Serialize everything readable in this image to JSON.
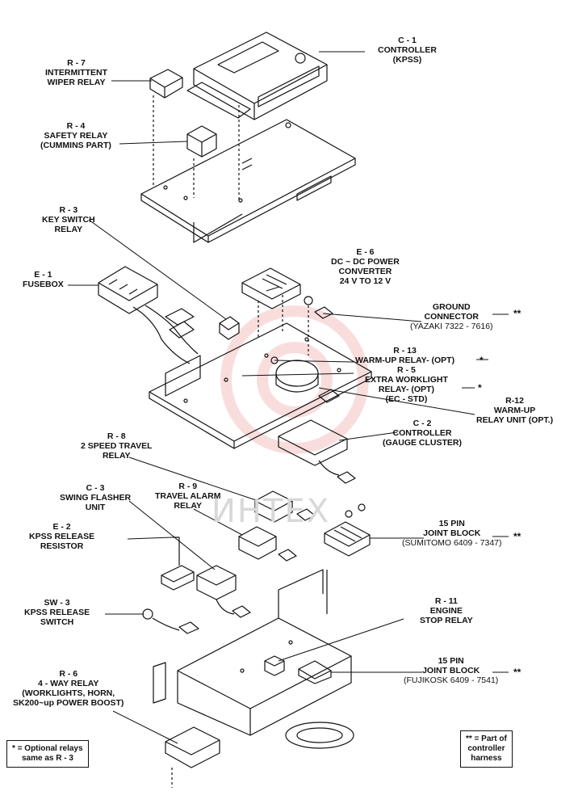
{
  "labels": {
    "c1": [
      "C - 1",
      "CONTROLLER",
      "(KPSS)"
    ],
    "r7": [
      "R - 7",
      "INTERMITTENT",
      "WIPER RELAY"
    ],
    "r4": [
      "R - 4",
      "SAFETY RELAY",
      "(CUMMINS PART)"
    ],
    "r3": [
      "R - 3",
      "KEY SWITCH",
      "RELAY"
    ],
    "e1": [
      "E - 1",
      "FUSEBOX"
    ],
    "e6": [
      "E - 6",
      "DC ~ DC POWER",
      "CONVERTER",
      "24 V  TO  12 V"
    ],
    "ground": [
      "GROUND",
      "CONNECTOR",
      "(YAZAKI 7322 - 7616)"
    ],
    "r13": [
      "R - 13",
      "WARM-UP RELAY- (OPT)"
    ],
    "r5": [
      "R - 5",
      "EXTRA WORKLIGHT",
      "RELAY- (OPT)",
      "(EC - STD)"
    ],
    "r12": [
      "R-12",
      "WARM-UP",
      "RELAY UNIT (OPT.)"
    ],
    "c2": [
      "C - 2",
      "CONTROLLER",
      "(GAUGE CLUSTER)"
    ],
    "r8": [
      "R - 8",
      "2 SPEED TRAVEL",
      "RELAY"
    ],
    "c3": [
      "C - 3",
      "SWING FLASHER",
      "UNIT"
    ],
    "r9": [
      "R - 9",
      "TRAVEL ALARM",
      "RELAY"
    ],
    "jb1": [
      "15 PIN",
      "JOINT BLOCK",
      "(SUMITOMO 6409 - 7347)"
    ],
    "e2": [
      "E - 2",
      "KPSS RELEASE",
      "RESISTOR"
    ],
    "sw3": [
      "SW - 3",
      "KPSS RELEASE",
      "SWITCH"
    ],
    "r11": [
      "R - 11",
      "ENGINE",
      "STOP RELAY"
    ],
    "jb2": [
      "15 PIN",
      "JOINT BLOCK",
      "(FUJIKOSK 6409 - 7541)"
    ],
    "r6": [
      "R - 6",
      "4 - WAY RELAY",
      "(WORKLIGHTS, HORN,",
      "SK200~up POWER BOOST)"
    ]
  },
  "markers": {
    "double_star": "**",
    "single_star": "*"
  },
  "notes": {
    "optional": [
      "* = Optional relays",
      "same as R - 3"
    ],
    "part": [
      "** = Part of",
      "controller",
      "harness"
    ]
  },
  "watermark": "ИНТЕХ"
}
